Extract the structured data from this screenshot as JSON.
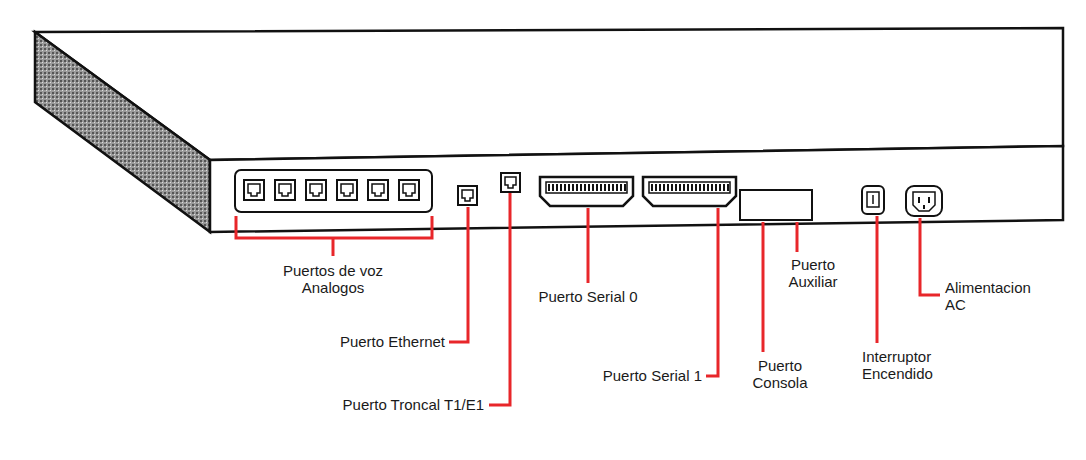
{
  "diagram": {
    "labels": [
      "Puertos de voz Analogos",
      "Puerto Ethernet",
      "Puerto Troncal T1/E1",
      "Puerto Serial 0",
      "Puerto Serial 1",
      "Puerto Consola",
      "Puerto Auxiliar",
      "Interruptor Encendido",
      "Alimentacion AC"
    ]
  }
}
